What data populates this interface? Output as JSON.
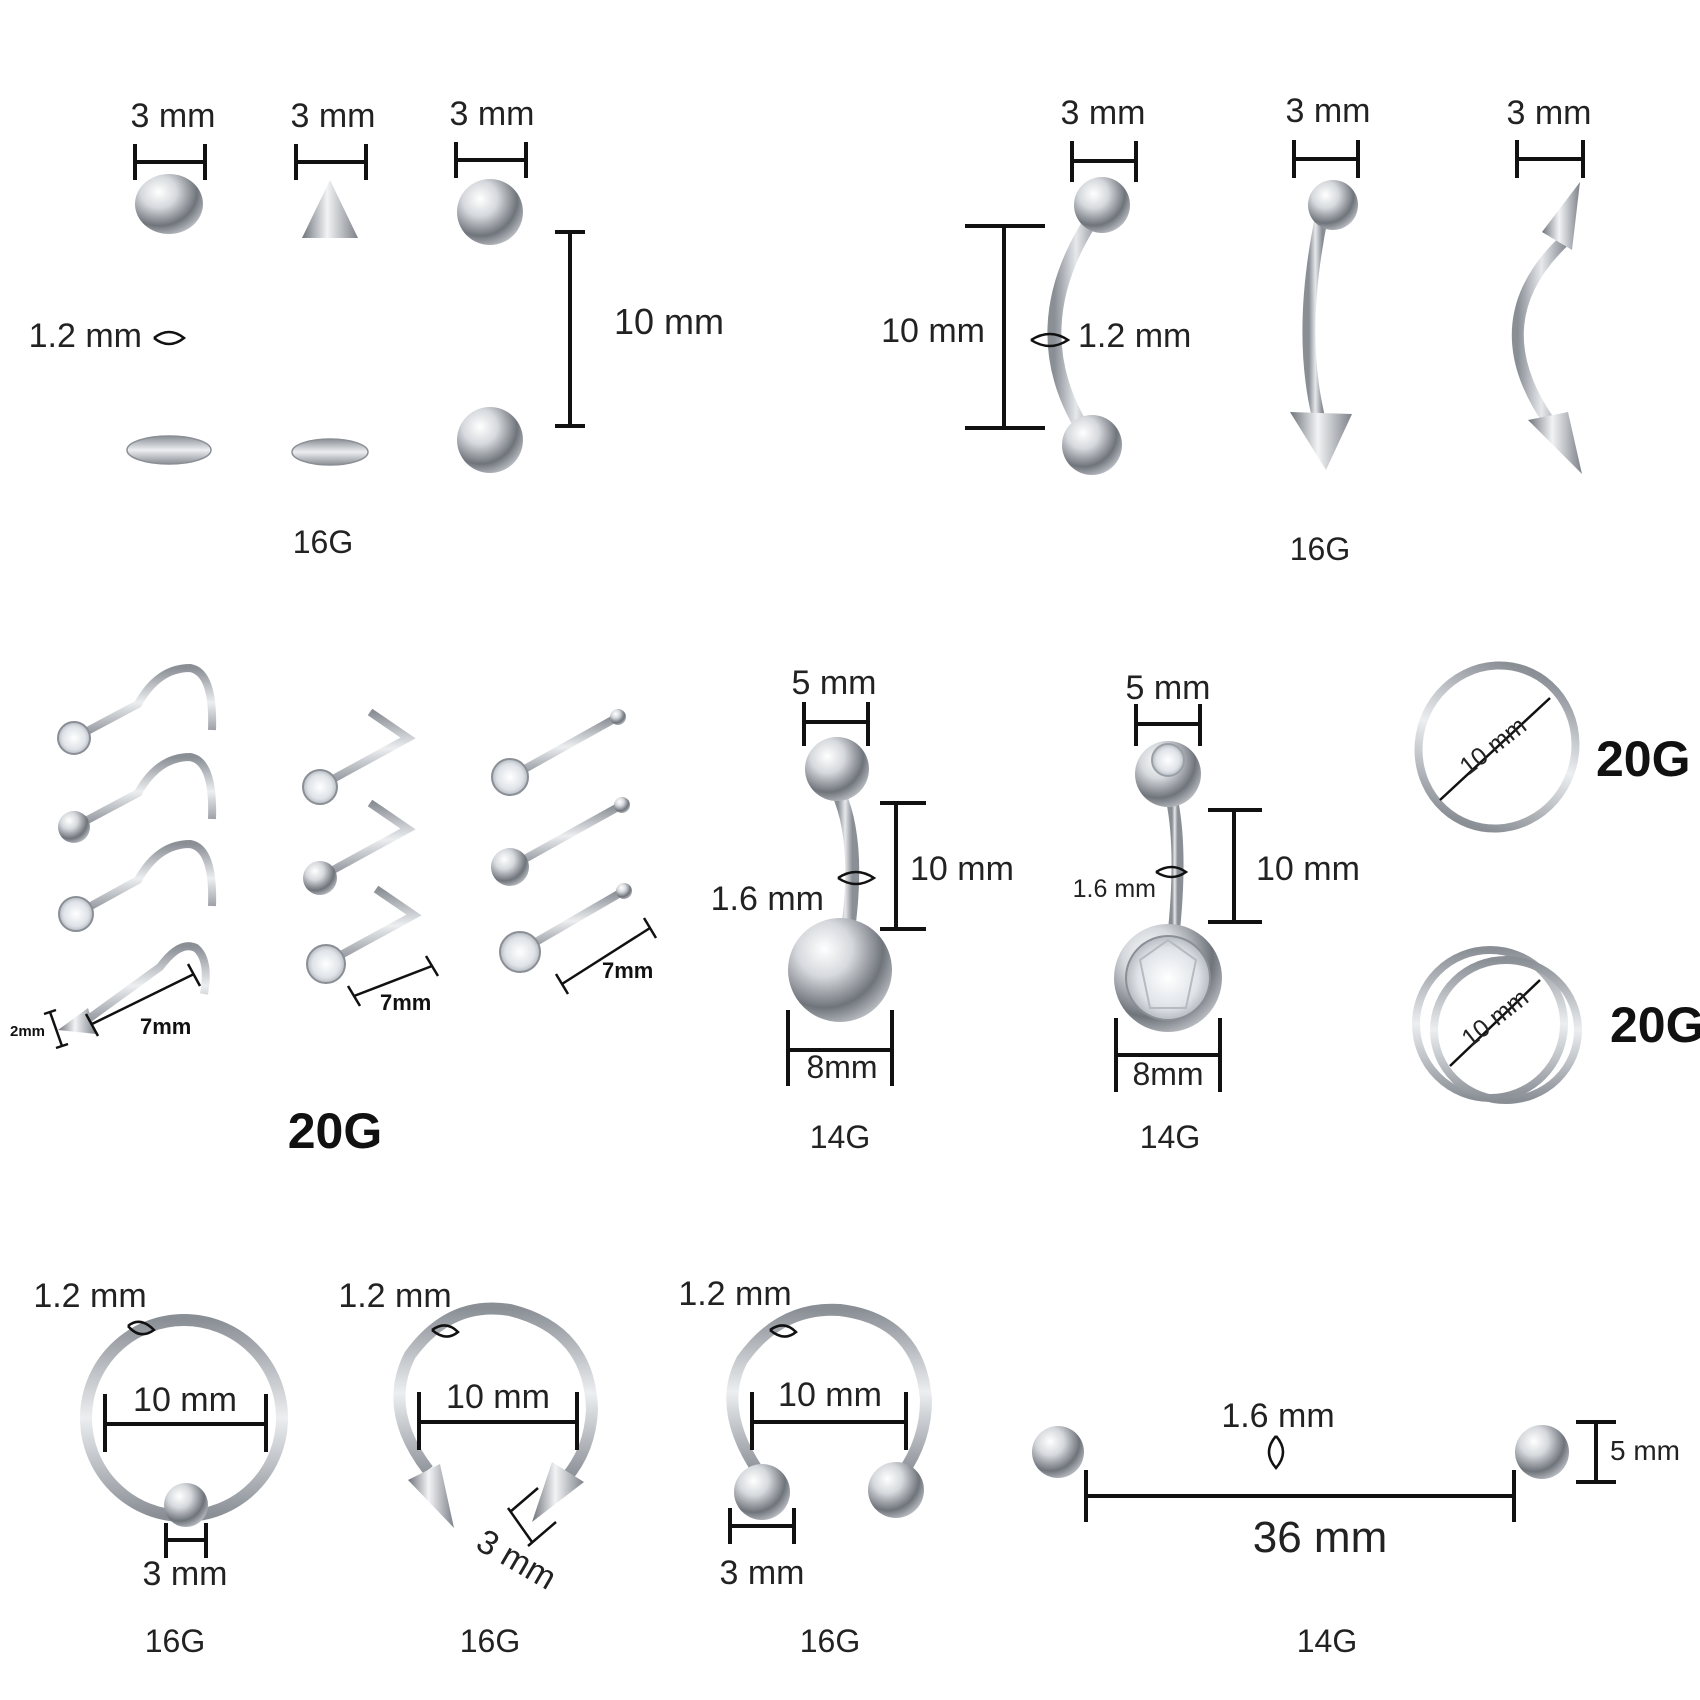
{
  "colors": {
    "background": "#ffffff",
    "text": "#222222",
    "dimension_line": "#111111",
    "steel": "#bfc3c8",
    "steel_dark": "#7a7f86"
  },
  "row1": {
    "left_group": {
      "ball_sizes": [
        "3 mm",
        "3 mm",
        "3 mm"
      ],
      "bar_thickness": "1.2 mm",
      "bar_length": "10 mm",
      "gauge": "16G"
    },
    "right_group": {
      "ball_sizes": [
        "3 mm",
        "3 mm",
        "3 mm"
      ],
      "bar_length": "10 mm",
      "bar_thickness": "1.2 mm",
      "gauge": "16G"
    }
  },
  "row2": {
    "nose_studs": {
      "cone_size": "2mm",
      "lengths": [
        "7mm",
        "7mm",
        "7mm"
      ],
      "gauge": "20G"
    },
    "belly_ring_1": {
      "top_ball": "5 mm",
      "bar_thickness": "1.6 mm",
      "bar_length": "10 mm",
      "bottom_ball": "8mm",
      "gauge": "14G"
    },
    "belly_ring_2": {
      "top_ball": "5 mm",
      "bar_thickness": "1.6 mm",
      "bar_length": "10 mm",
      "bottom_ball": "8mm",
      "gauge": "14G"
    },
    "hoop": {
      "diameter": "10 mm",
      "gauge": "20G"
    },
    "spiral": {
      "diameter": "10 mm",
      "gauge": "20G"
    }
  },
  "row3": {
    "captive_ring": {
      "thickness": "1.2 mm",
      "diameter": "10 mm",
      "ball": "3 mm",
      "gauge": "16G"
    },
    "spike_horseshoe": {
      "thickness": "1.2 mm",
      "diameter": "10 mm",
      "spike": "3 mm",
      "gauge": "16G"
    },
    "ball_horseshoe": {
      "thickness": "1.2 mm",
      "diameter": "10 mm",
      "ball": "3 mm",
      "gauge": "16G"
    },
    "industrial": {
      "bar_thickness": "1.6 mm",
      "ball_size": "5 mm",
      "length": "36 mm",
      "gauge": "14G"
    }
  },
  "icons": [
    "labret-ball-icon",
    "labret-spike-icon",
    "barbell-icon",
    "curved-barbell-icon",
    "curved-spike-barbell-icon",
    "nose-screw-icon",
    "nose-l-bend-icon",
    "nose-bone-icon",
    "belly-ring-icon",
    "gem-belly-ring-icon",
    "nose-hoop-icon",
    "spiral-hoop-icon",
    "captive-bead-ring-icon",
    "horseshoe-spike-icon",
    "horseshoe-ball-icon",
    "industrial-barbell-icon"
  ]
}
